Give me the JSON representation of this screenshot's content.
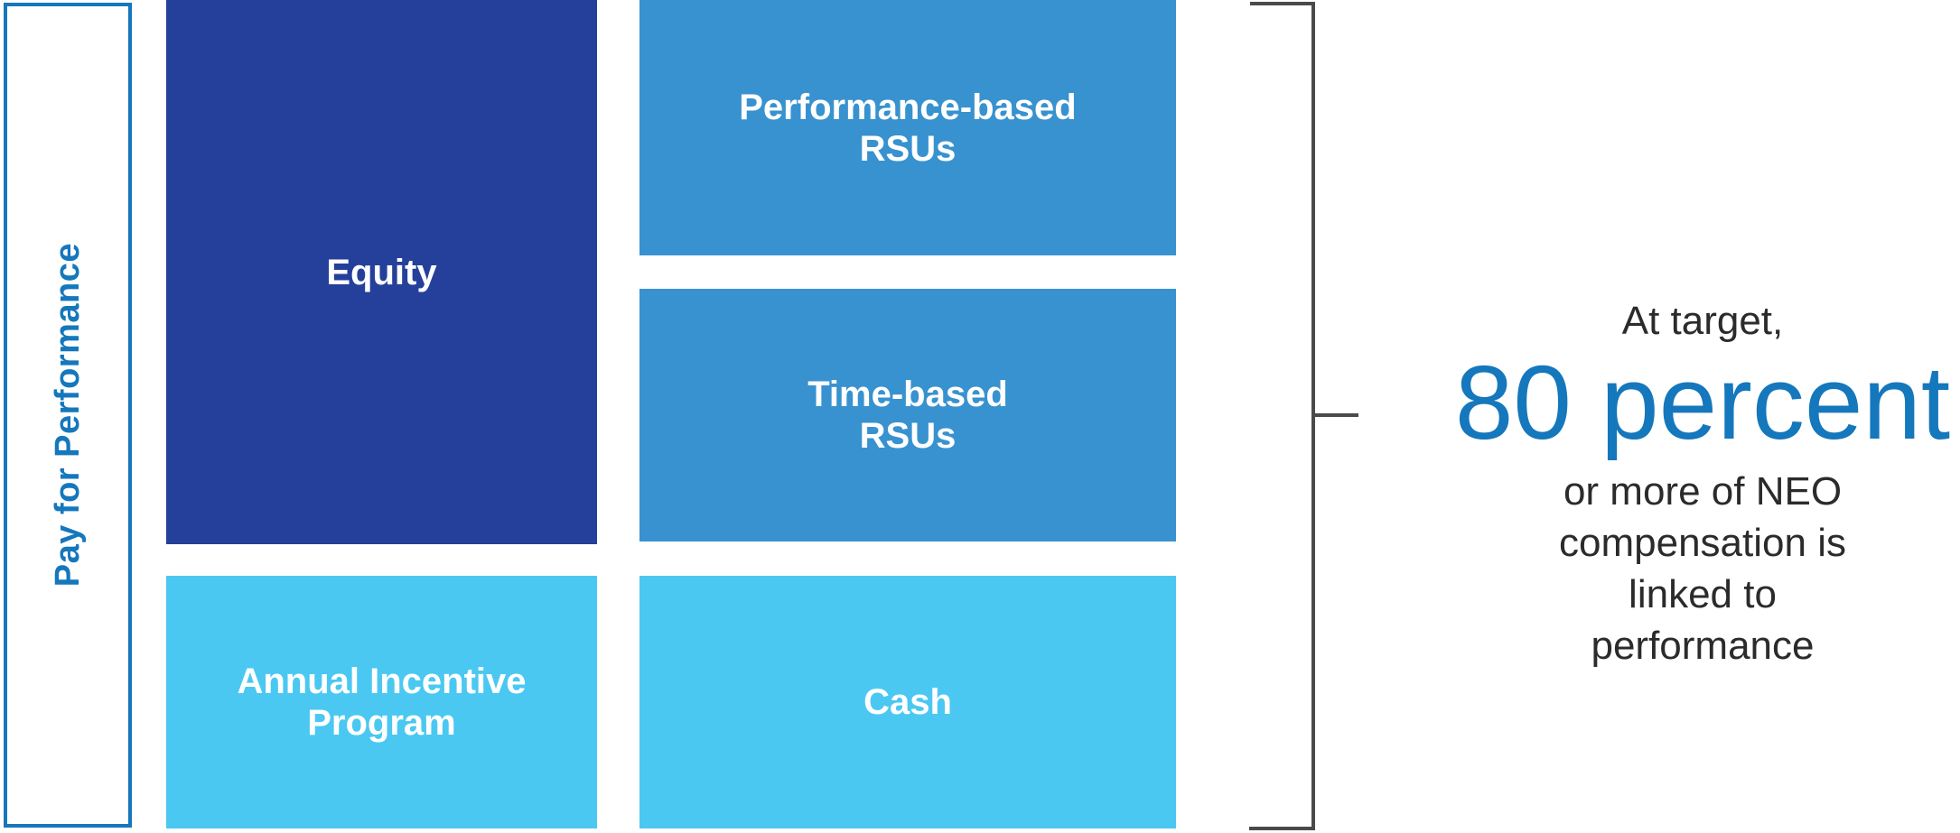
{
  "palette": {
    "navy": "#24409A",
    "medium_blue": "#3892CF",
    "light_blue": "#4AC8F2",
    "accent_blue": "#1577BC",
    "bracket_gray": "#4A4A4A",
    "text_dark": "#2B2B2B",
    "box_text": "#FFFFFF"
  },
  "sidebar": {
    "label": "Pay for Performance"
  },
  "boxes": {
    "equity": {
      "label": "Equity"
    },
    "performance_rsus": {
      "line1": "Performance-based",
      "line2": "RSUs"
    },
    "time_rsus": {
      "line1": "Time-based",
      "line2": "RSUs"
    },
    "annual_incentive": {
      "line1": "Annual Incentive",
      "line2": "Program"
    },
    "cash": {
      "label": "Cash"
    }
  },
  "callout": {
    "intro": "At target,",
    "highlight": "80 percent",
    "lines": [
      "or more of NEO",
      "compensation is",
      "linked to",
      "performance"
    ]
  }
}
